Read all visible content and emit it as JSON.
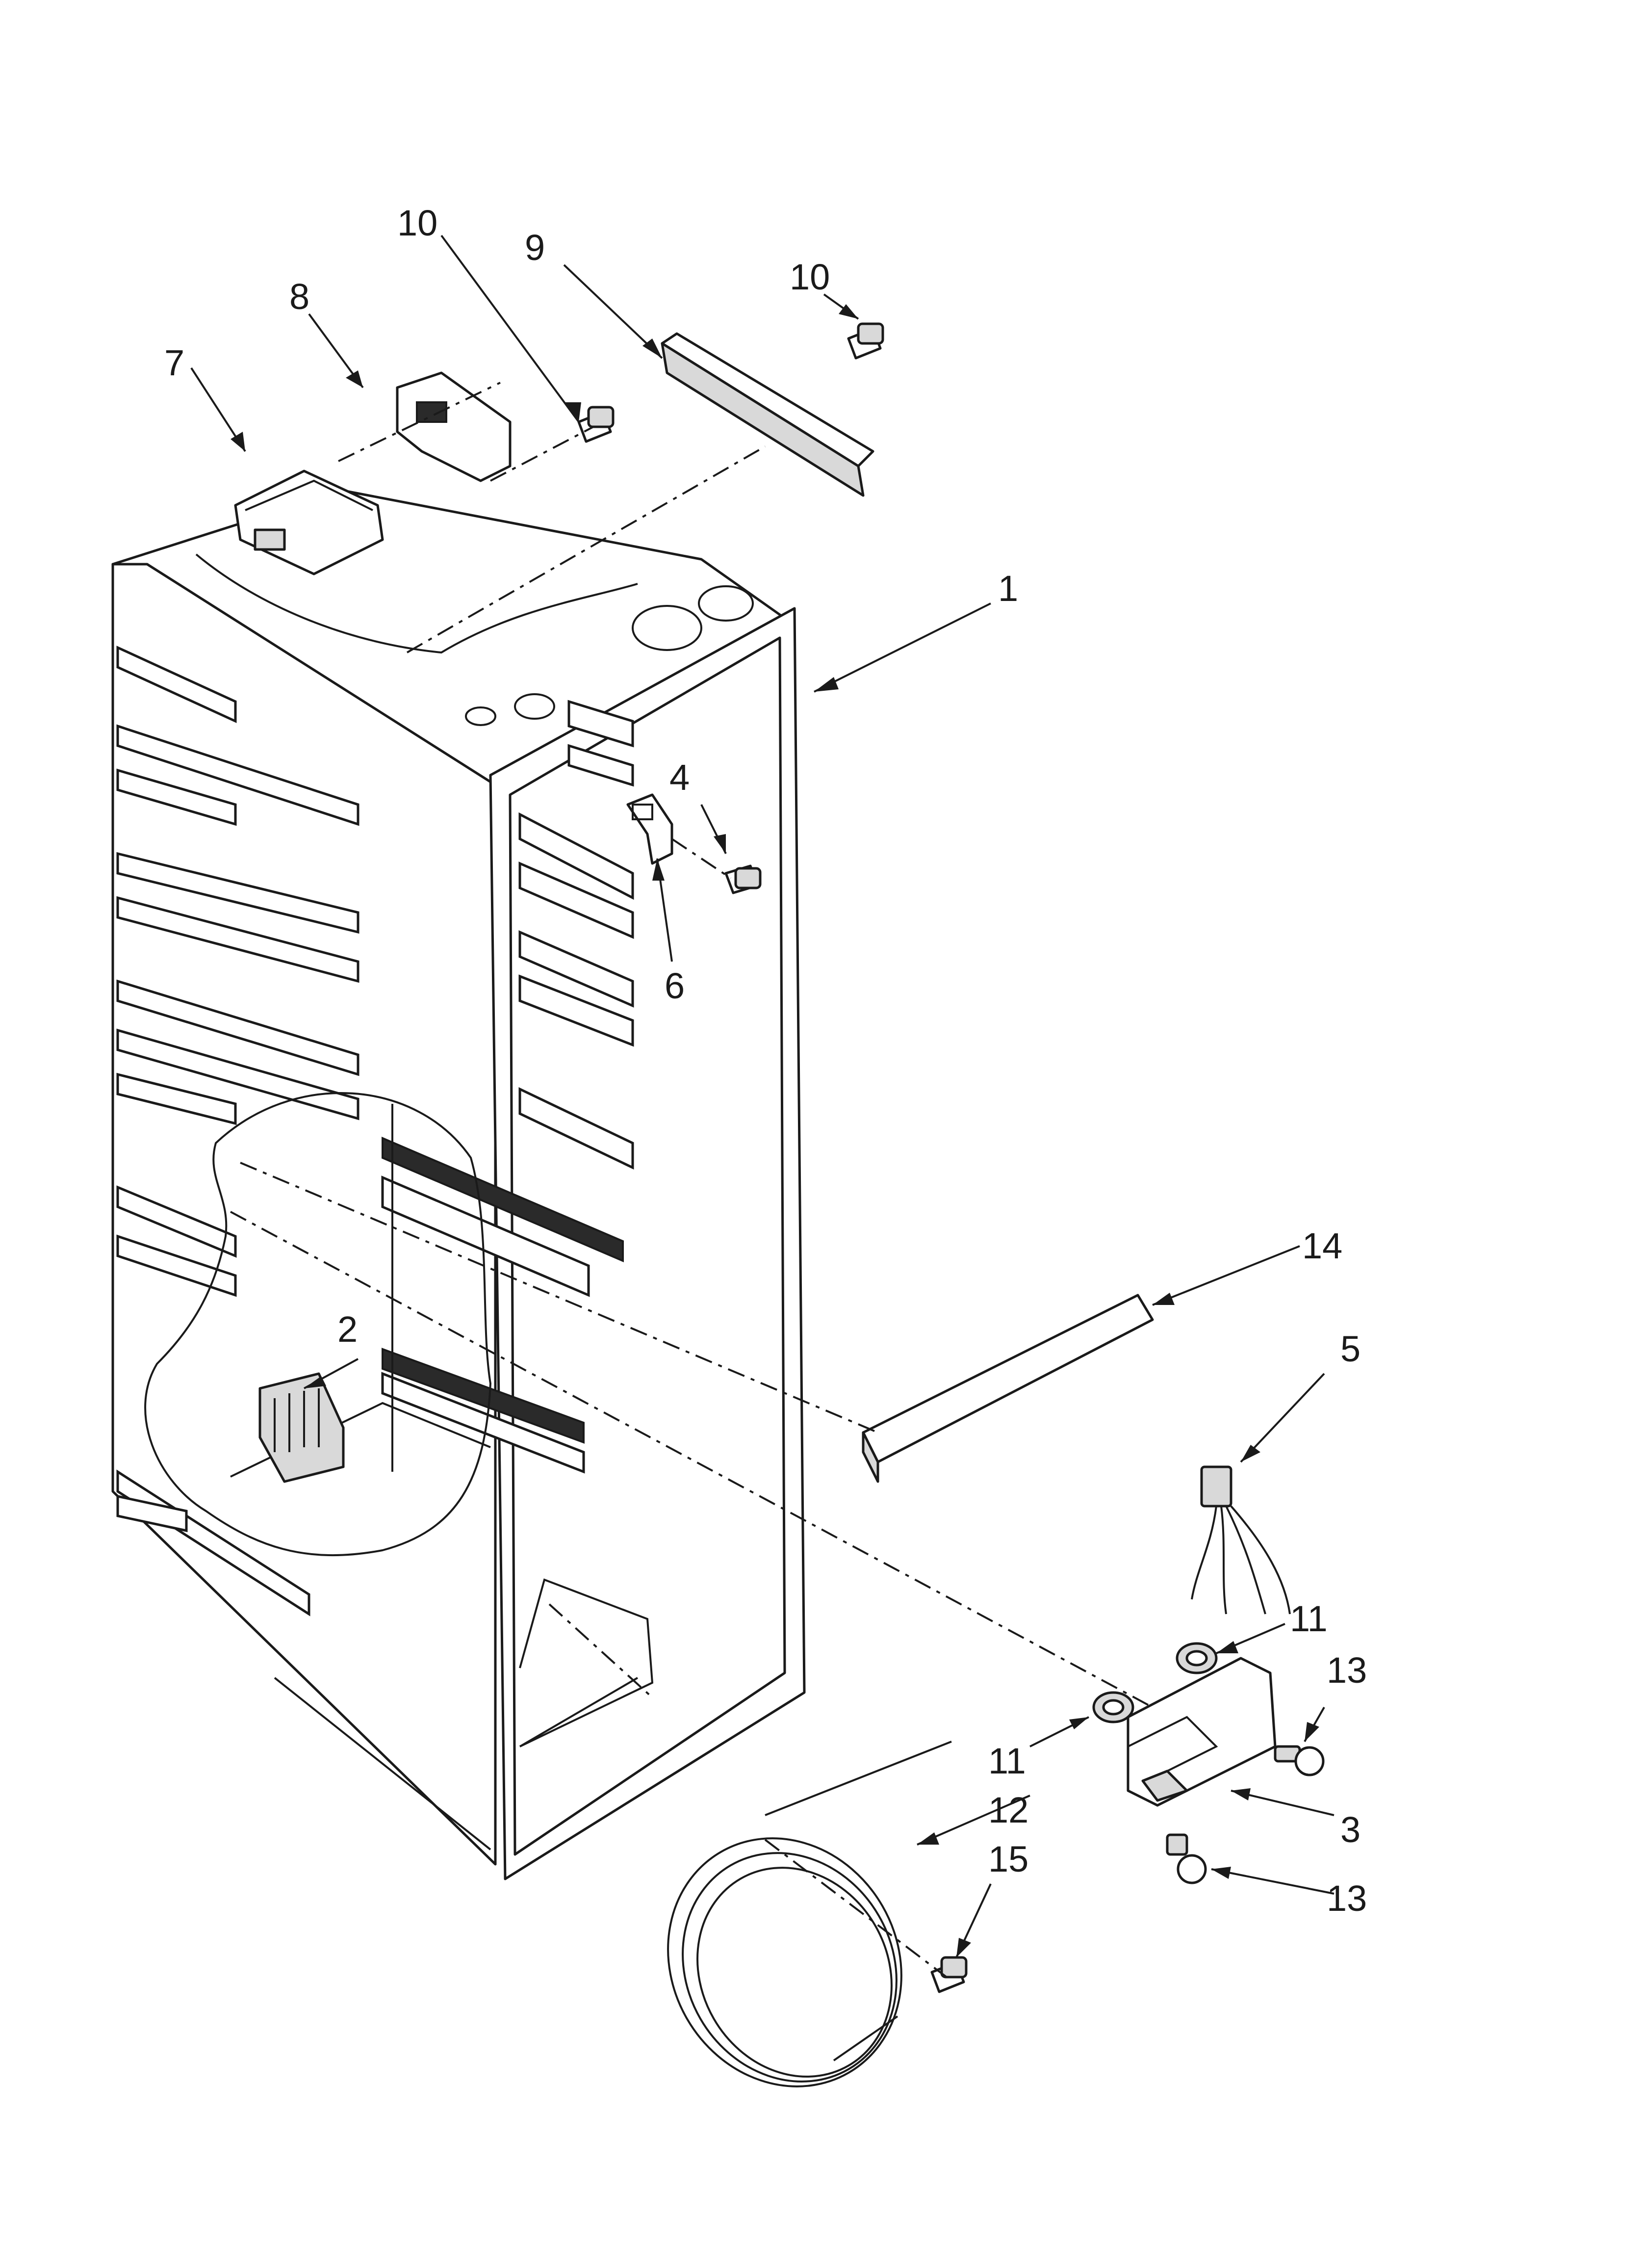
{
  "callouts": {
    "c1": "1",
    "c2": "2",
    "c3": "3",
    "c4": "4",
    "c5": "5",
    "c6": "6",
    "c7": "7",
    "c8": "8",
    "c9": "9",
    "c10a": "10",
    "c10b": "10",
    "c11a": "11",
    "c11b": "11",
    "c12": "12",
    "c13a": "13",
    "c13b": "13",
    "c14": "14",
    "c15": "15"
  },
  "colors": {
    "line": "#1a1a1a",
    "background": "#ffffff",
    "part_shade": "#d9d9d9"
  }
}
